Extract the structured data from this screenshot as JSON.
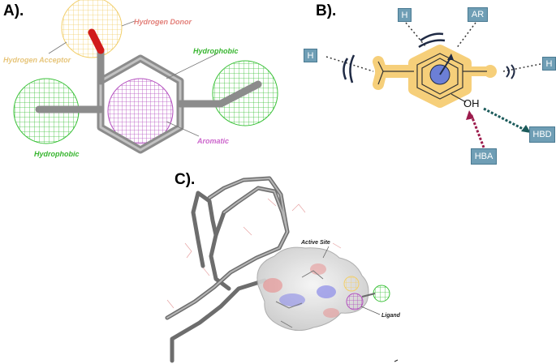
{
  "panels": {
    "a": "A).",
    "b": "B).",
    "c": "C)."
  },
  "panel_a": {
    "hydrogen_donor": "Hydrogen Donor",
    "hydrogen_acceptor": "Hydrogen Acceptor",
    "hydrophobic_right": "Hydrophobic",
    "hydrophobic_left": "Hydrophobic",
    "aromatic": "Aromatic"
  },
  "panel_b": {
    "h_top": "H",
    "ar": "AR",
    "h_left": "H",
    "h_right": "H",
    "oh": "OH",
    "hbd": "HBD",
    "hba": "HBA"
  },
  "panel_c": {
    "active_site": "Active Site",
    "ligand": "Ligand"
  },
  "colors": {
    "hydrogen_donor": "#e3807a",
    "hydrogen_acceptor": "#e7c57a",
    "hydrophobic": "#37b52f",
    "aromatic": "#cc66cc",
    "tag_fill": "#6f9eb5",
    "ligand_fill": "#f6cf7a"
  }
}
